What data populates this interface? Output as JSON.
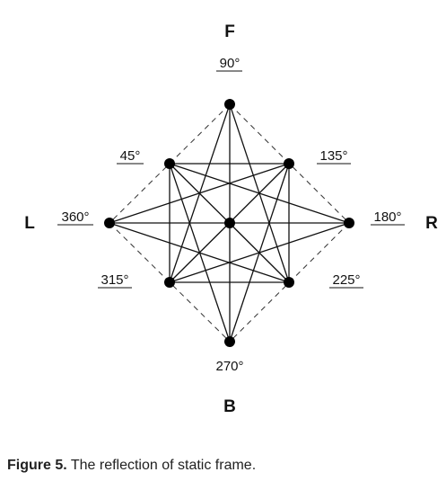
{
  "directions": {
    "front": "F",
    "back": "B",
    "left": "L",
    "right": "R"
  },
  "angles": {
    "a90": "90°",
    "a45": "45°",
    "a135": "135°",
    "a360": "360°",
    "a180": "180°",
    "a315": "315°",
    "a225": "225°",
    "a270": "270°"
  },
  "caption": {
    "label": "Figure 5.",
    "text": " The reflection of static frame."
  }
}
